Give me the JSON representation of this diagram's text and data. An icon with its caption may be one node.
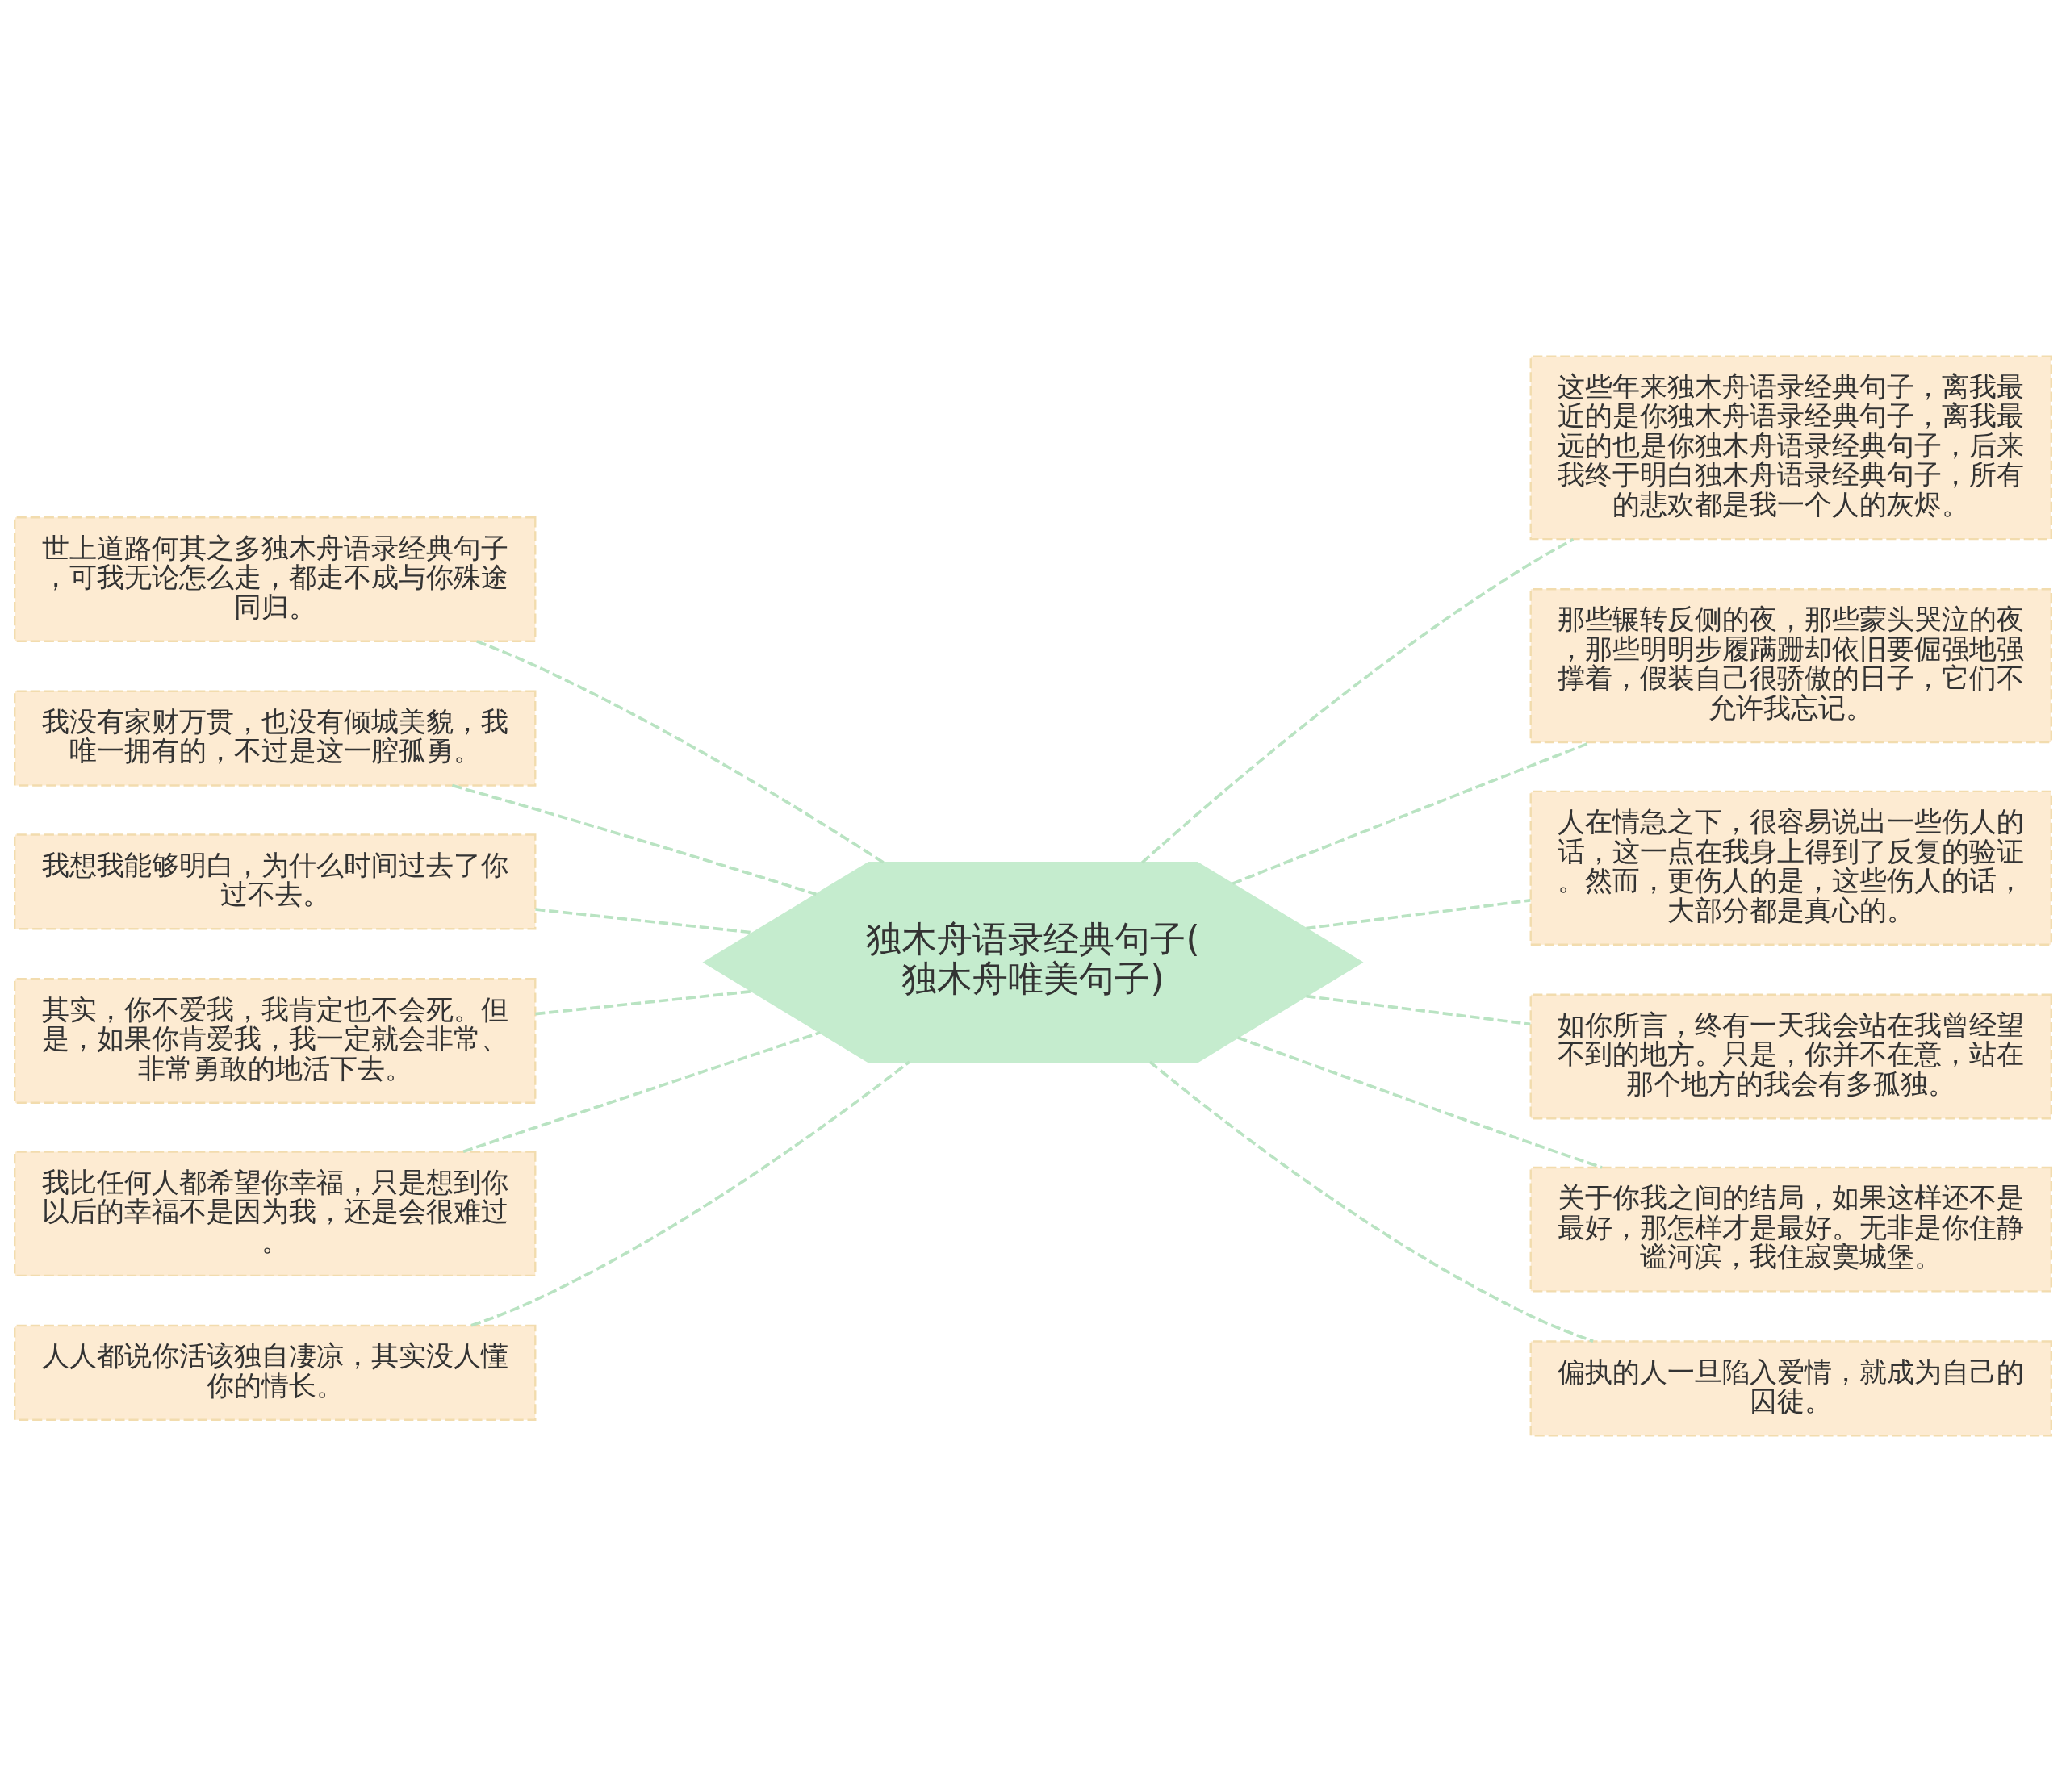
{
  "diagram": {
    "nodes": [
      {
        "text": [
          "独木舟语录经典句子(独木舟唯美句子)"
        ]
      },
      {
        "text": [
          "世上道路何其之多独木舟语录经典句子，可我无论怎么走，都走不成与你殊途同归。"
        ]
      },
      {
        "text": [
          "我没有家财万贯，也没有倾城美貌，我唯一拥有的，不过是这一腔孤勇。"
        ]
      },
      {
        "text": [
          "我想我能够明白，为什么时间过去了你过不去。"
        ]
      },
      {
        "text": [
          "其实，你不爱我，我肯定也不会死。但是，如果你肯爱我，我一定就会非常、非常勇敢的地活下去。"
        ]
      },
      {
        "text": [
          "我比任何人都希望你幸福，只是想到你以后的幸福不是因为我，还是会很难过。"
        ]
      },
      {
        "text": [
          "人人都说你活该独自凄凉，其实没人懂你的情长。"
        ]
      },
      {
        "text": [
          "这些年来独木舟语录经典句子，离我最近的是你独木舟语录经典句子，离我最远的也是你独木舟语录经典句子，后来我终于明白独木舟语录经典句子，所有的悲欢都是我一个人的灰烬。"
        ]
      },
      {
        "text": [
          "那些辗转反侧的夜，那些蒙头哭泣的夜，那些明明步履蹒跚却依旧要倔强地强撑着，假装自己很骄傲的日子，它们不允许我忘记。"
        ]
      },
      {
        "text": [
          "人在情急之下，很容易说出一些伤人的话，这一点在我身上得到了反复的验证。然而，更伤人的是，这些伤人的话，大部分都是真心的。"
        ]
      },
      {
        "text": [
          "如你所言，终有一天我会站在我曾经望不到的地方。只是，你并不在意，站在那个地方的我会有多孤独。"
        ]
      },
      {
        "text": [
          "关于你我之间的结局，如果这样还不是最好，那怎样才是最好。无非是你住静谧河滨，我住寂寞城堡。"
        ]
      },
      {
        "text": [
          "偏执的人一旦陷入爱情，就成为自己的囚徒。"
        ]
      }
    ],
    "edges": [
      {
        "from": 0,
        "to": 1,
        "arrow": "none"
      },
      {
        "from": 0,
        "to": 2,
        "arrow": "none"
      },
      {
        "from": 0,
        "to": 3,
        "arrow": "none"
      },
      {
        "from": 0,
        "to": 4,
        "arrow": "none"
      },
      {
        "from": 0,
        "to": 5,
        "arrow": "none"
      },
      {
        "from": 0,
        "to": 6,
        "arrow": "none"
      },
      {
        "from": 0,
        "to": 7,
        "arrow": "none"
      },
      {
        "from": 0,
        "to": 8,
        "arrow": "none"
      },
      {
        "from": 0,
        "to": 9,
        "arrow": "none"
      },
      {
        "from": 0,
        "to": 10,
        "arrow": "none"
      },
      {
        "from": 0,
        "to": 11,
        "arrow": "none"
      },
      {
        "from": 0,
        "to": 12,
        "arrow": "none"
      }
    ]
  }
}
